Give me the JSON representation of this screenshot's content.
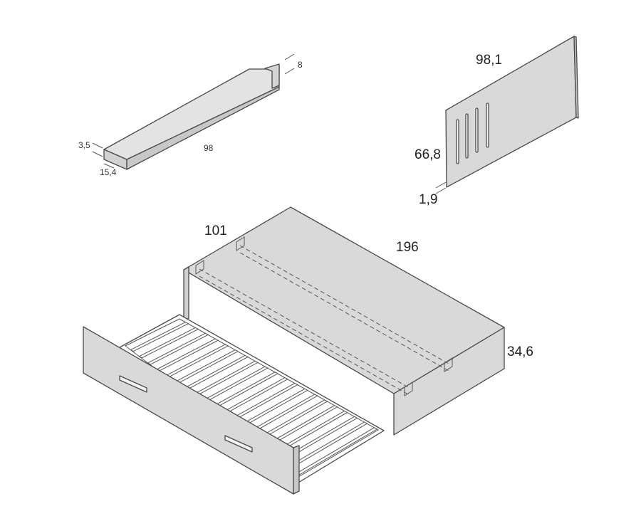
{
  "colors": {
    "panel_fill": "#d9d9d9",
    "panel_top": "#e3e3e3",
    "panel_dark": "#c4c4c4",
    "outline": "#4a4a4a",
    "background": "#ffffff"
  },
  "shelf": {
    "height_label": "8",
    "thickness_label": "3,5",
    "length_label": "98",
    "depth_label": "15,4"
  },
  "headboard": {
    "width_label": "98,1",
    "height_label": "66,8",
    "thickness_label": "1,9"
  },
  "bed": {
    "width_label": "101",
    "length_label": "196",
    "height_label": "34,6"
  }
}
